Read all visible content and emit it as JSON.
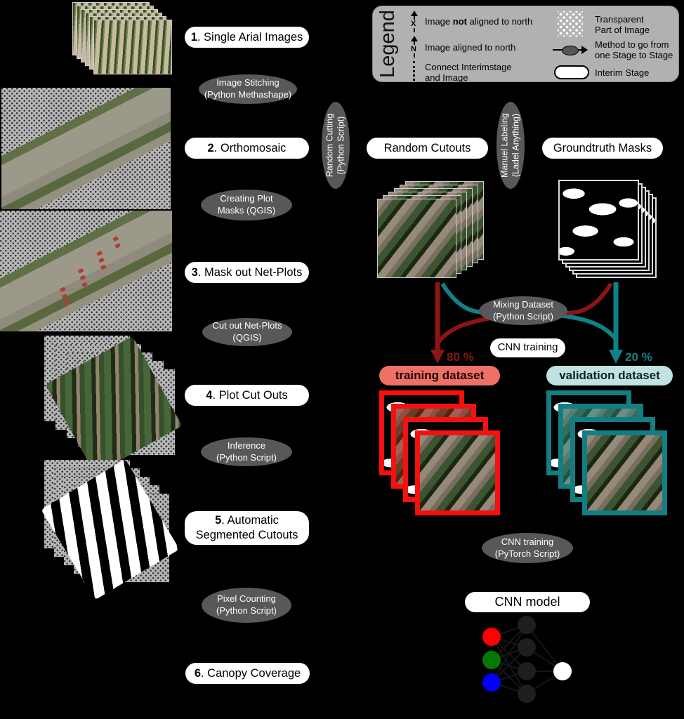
{
  "legend": {
    "title": "Legend",
    "compass_x": "X",
    "compass_n": "N",
    "item_not_aligned": {
      "pre": "Image ",
      "bold": "not",
      "post": " aligned to north"
    },
    "item_aligned": "Image aligned to north",
    "item_connect": {
      "line1": "Connect Interimstage",
      "line2": "and Image"
    },
    "item_transparent": {
      "line1": "Transparent",
      "line2": "Part of Image"
    },
    "item_method": {
      "line1": "Method to go from",
      "line2": "one Stage to Stage"
    },
    "item_interim": "Interim Stage"
  },
  "stages": [
    {
      "number": "1",
      "rest": ". Single Arial Images"
    },
    {
      "number": "2",
      "rest": ". Orthomosaic"
    },
    {
      "number": "3",
      "rest": ". Mask out Net-Plots"
    },
    {
      "number": "4",
      "rest": ". Plot Cut Outs"
    },
    {
      "number": "5",
      "rest": ". Automatic Segmented Cutouts"
    },
    {
      "number": "6",
      "rest": ". Canopy Coverage"
    }
  ],
  "methods": {
    "image_stitching": {
      "line1": "Image Stitching",
      "line2": "(Python Methashape)"
    },
    "creating_plot_masks": {
      "line1": "Creating Plot",
      "line2": "Masks (QGIS)"
    },
    "cut_out_net_plots": {
      "line1": "Cut out Net-Plots",
      "line2": "(QGIS)"
    },
    "inference": {
      "line1": "Inference",
      "line2": "(Python Script)"
    },
    "pixel_counting": {
      "line1": "Pixel Counting",
      "line2": "(Python Script)"
    },
    "random_cutting": {
      "line1": "Random Cutting",
      "line2": "(Python Script)"
    },
    "manuel_labeling": {
      "line1": "Manuel Labeling",
      "line2": "(Ladel Anything)"
    },
    "mixing_dataset": {
      "line1": "Mixing Dataset",
      "line2": "(Python Script)"
    },
    "cnn_training_script": {
      "line1": "CNN training",
      "line2": "(PyTorch Script)"
    }
  },
  "interim_stages": {
    "random_cutouts": "Random Cutouts",
    "groundtruth_masks": "Groundtruth Masks",
    "cnn_training": "CNN training",
    "cnn_model": "CNN model"
  },
  "datasets": {
    "training": {
      "label": "training dataset",
      "percent": "80 %"
    },
    "validation": {
      "label": "validation dataset",
      "percent": "20 %"
    }
  },
  "colors": {
    "training_pill": "#ee7168",
    "training_border": "#f80f0f",
    "training_arrow": "#8e1414",
    "validation_pill": "#bfe3e0",
    "validation_border": "#117e84",
    "validation_arrow": "#0f8287",
    "method_ellipse": "#58585a",
    "legend_background": "#b1b1b1",
    "node_red": "#ff0000",
    "node_green": "#067806",
    "node_blue": "#0000ff",
    "node_hidden": "#1e1e1e",
    "node_output": "#ffffff"
  }
}
